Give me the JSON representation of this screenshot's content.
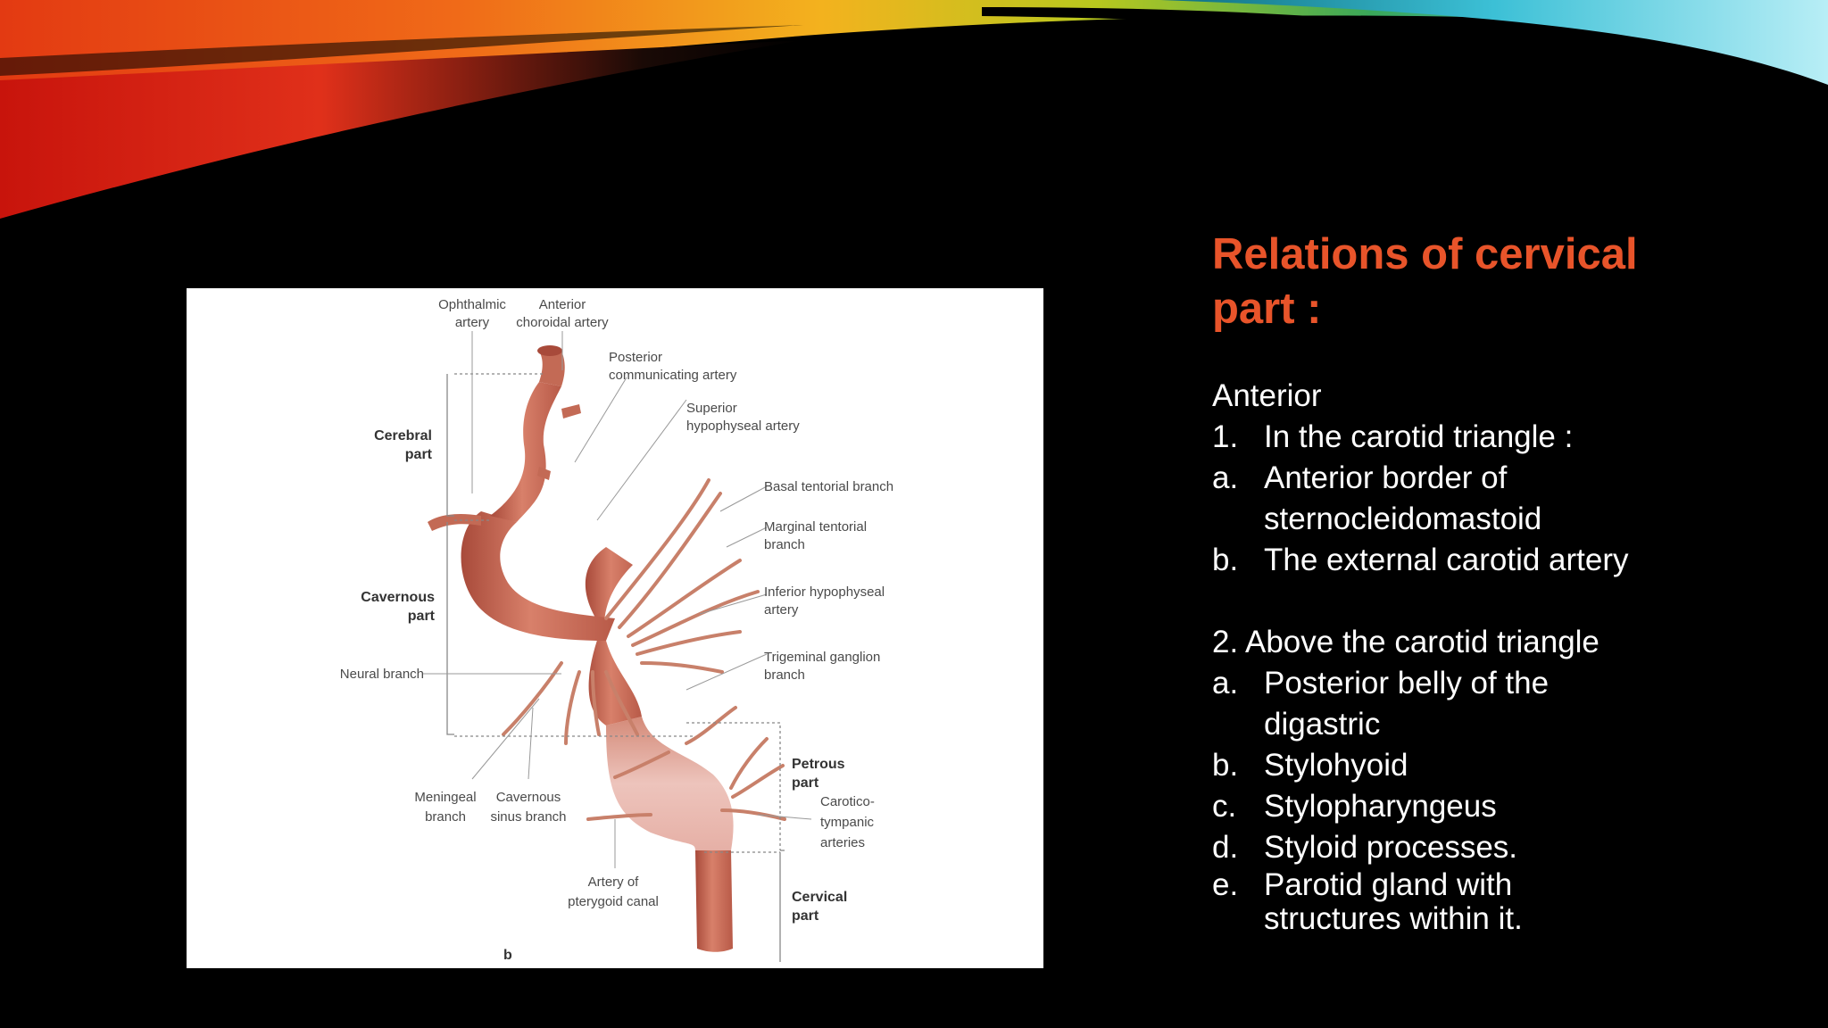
{
  "colors": {
    "background": "#000000",
    "title": "#e8542a",
    "body_text": "#ffffff",
    "artery": "#c8705a",
    "artery_light": "#e8b0a8"
  },
  "slide": {
    "title": "Relations of cervical part :",
    "title_line1": "Relations of cervical",
    "title_line2": "part :",
    "heading_anterior": "Anterior",
    "item1_marker": "1.",
    "item1_text": "In the carotid triangle :",
    "item1a_marker": "a.",
    "item1a_text_l1": "Anterior border of",
    "item1a_text_l2": "sternocleidomastoid",
    "item1b_marker": "b.",
    "item1b_text": "The external carotid artery",
    "item2_text": "2. Above the carotid triangle",
    "item2a_marker": "a.",
    "item2a_text_l1": "Posterior belly of the",
    "item2a_text_l2": "digastric",
    "item2b_marker": "b.",
    "item2b_text": "Stylohyoid",
    "item2c_marker": "c.",
    "item2c_text": "Stylopharyngeus",
    "item2d_marker": "d.",
    "item2d_text": "Styloid processes.",
    "item2e_marker": "e.",
    "item2e_text_l1": "Parotid gland with",
    "item2e_text_l2": "structures within it."
  },
  "figure": {
    "labels": {
      "ophthalmic_l1": "Ophthalmic",
      "ophthalmic_l2": "artery",
      "ant_choroidal_l1": "Anterior",
      "ant_choroidal_l2": "choroidal artery",
      "post_comm_l1": "Posterior",
      "post_comm_l2": "communicating artery",
      "sup_hypo_l1": "Superior",
      "sup_hypo_l2": "hypophyseal artery",
      "cerebral_l1": "Cerebral",
      "cerebral_l2": "part",
      "basal_tentorial": "Basal tentorial branch",
      "marginal_l1": "Marginal tentorial",
      "marginal_l2": "branch",
      "cavernous_l1": "Cavernous",
      "cavernous_l2": "part",
      "inf_hypo_l1": "Inferior hypophyseal",
      "inf_hypo_l2": "artery",
      "neural_branch": "Neural branch",
      "trigeminal_l1": "Trigeminal ganglion",
      "trigeminal_l2": "branch",
      "petrous_l1": "Petrous",
      "petrous_l2": "part",
      "caroticotymp_l1": "Carotico-",
      "caroticotymp_l2": "tympanic",
      "caroticotymp_l3": "arteries",
      "meningeal_l1": "Meningeal",
      "meningeal_l2": "branch",
      "cav_sinus_l1": "Cavernous",
      "cav_sinus_l2": "sinus branch",
      "pterygoid_l1": "Artery of",
      "pterygoid_l2": "pterygoid canal",
      "cervical_l1": "Cervical",
      "cervical_l2": "part",
      "panel_letter": "b"
    }
  }
}
